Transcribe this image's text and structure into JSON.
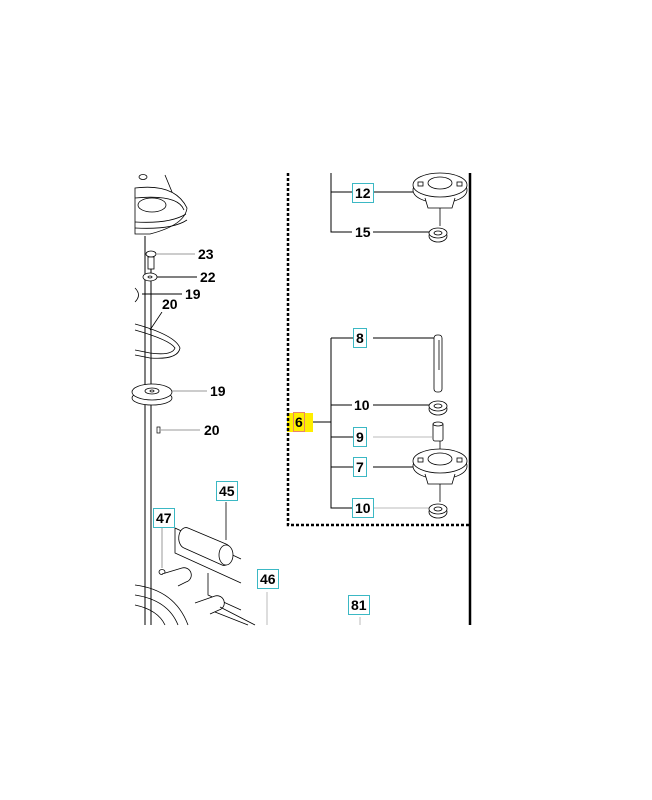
{
  "diagram": {
    "type": "exploded parts diagram",
    "colors": {
      "label_box": "#3bb8c4",
      "selected_box": "#e8856a",
      "highlight": "#ffee00",
      "line": "#000000",
      "leader_light": "#bbbbbb"
    },
    "assembly_group": {
      "label": "6",
      "selected": true,
      "children": [
        {
          "label": "8",
          "part": "shaft"
        },
        {
          "label": "10",
          "part": "bearing"
        },
        {
          "label": "9",
          "part": "spacer sleeve"
        },
        {
          "label": "7",
          "part": "spindle housing"
        },
        {
          "label": "10",
          "part": "bearing"
        }
      ]
    },
    "top_group": [
      {
        "label": "12",
        "part": "spindle housing"
      },
      {
        "label": "15",
        "part": "bearing"
      }
    ],
    "left_parts": [
      {
        "label": "23",
        "part": "bolt"
      },
      {
        "label": "22",
        "part": "washer"
      },
      {
        "label": "19",
        "part": "pulley"
      },
      {
        "label": "20",
        "part": "belt"
      },
      {
        "label": "19",
        "part": "pulley"
      },
      {
        "label": "20",
        "part": "key"
      },
      {
        "label": "45",
        "part": "spring / roller"
      },
      {
        "label": "47",
        "part": "nut"
      },
      {
        "label": "46",
        "part": "bracket"
      },
      {
        "label": "81",
        "part": "deck"
      }
    ]
  }
}
